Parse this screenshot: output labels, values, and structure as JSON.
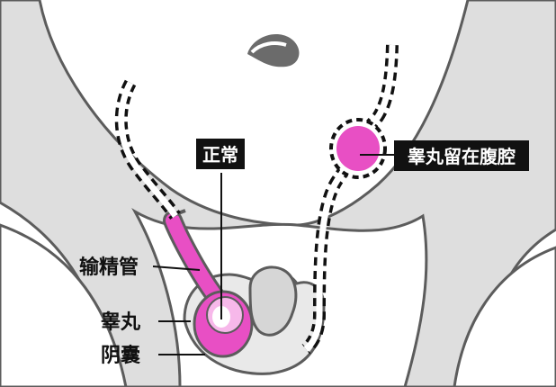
{
  "labels": {
    "normal": "正常",
    "undescended": "睾丸留在腹腔",
    "vas_deferens": "输精管",
    "testis": "睾丸",
    "scrotum": "阴囊"
  },
  "colors": {
    "body_fill": "#dedede",
    "outline": "#5c5c5c",
    "accent": "#e84fc4",
    "accent_light": "#f7b8ea",
    "dash": "#111111",
    "tag_bg": "#111111"
  }
}
